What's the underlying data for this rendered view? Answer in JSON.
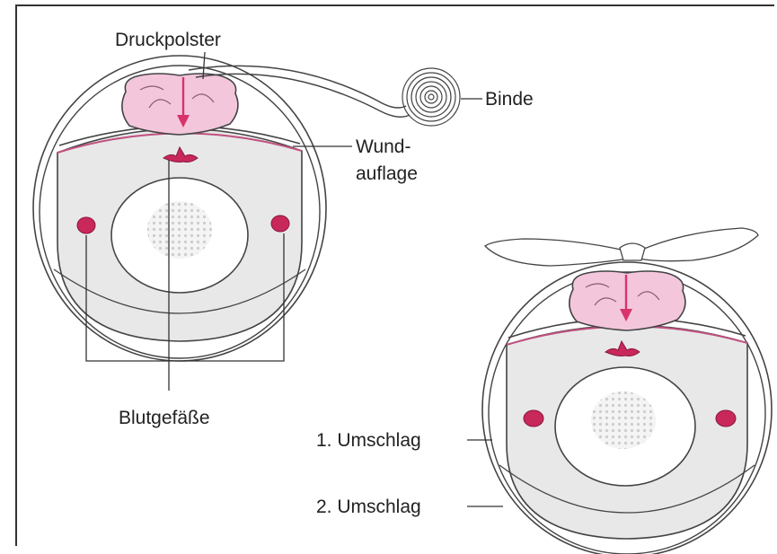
{
  "labels": {
    "pressure_pad": "Druckpolster",
    "bandage": "Binde",
    "wound_dressing_line1": "Wund-",
    "wound_dressing_line2": "auflage",
    "blood_vessels": "Blutgefäße",
    "first_wrap": "1. Umschlag",
    "second_wrap": "2. Umschlag"
  },
  "colors": {
    "pad_pink": "#f3c6dc",
    "vessel_red": "#c8285a",
    "arrow_red": "#d8336a",
    "tissue_gray": "#e8e8e8",
    "bone_dots": "#cfcfcf",
    "frame_line": "#333333",
    "outline": "#444444"
  }
}
